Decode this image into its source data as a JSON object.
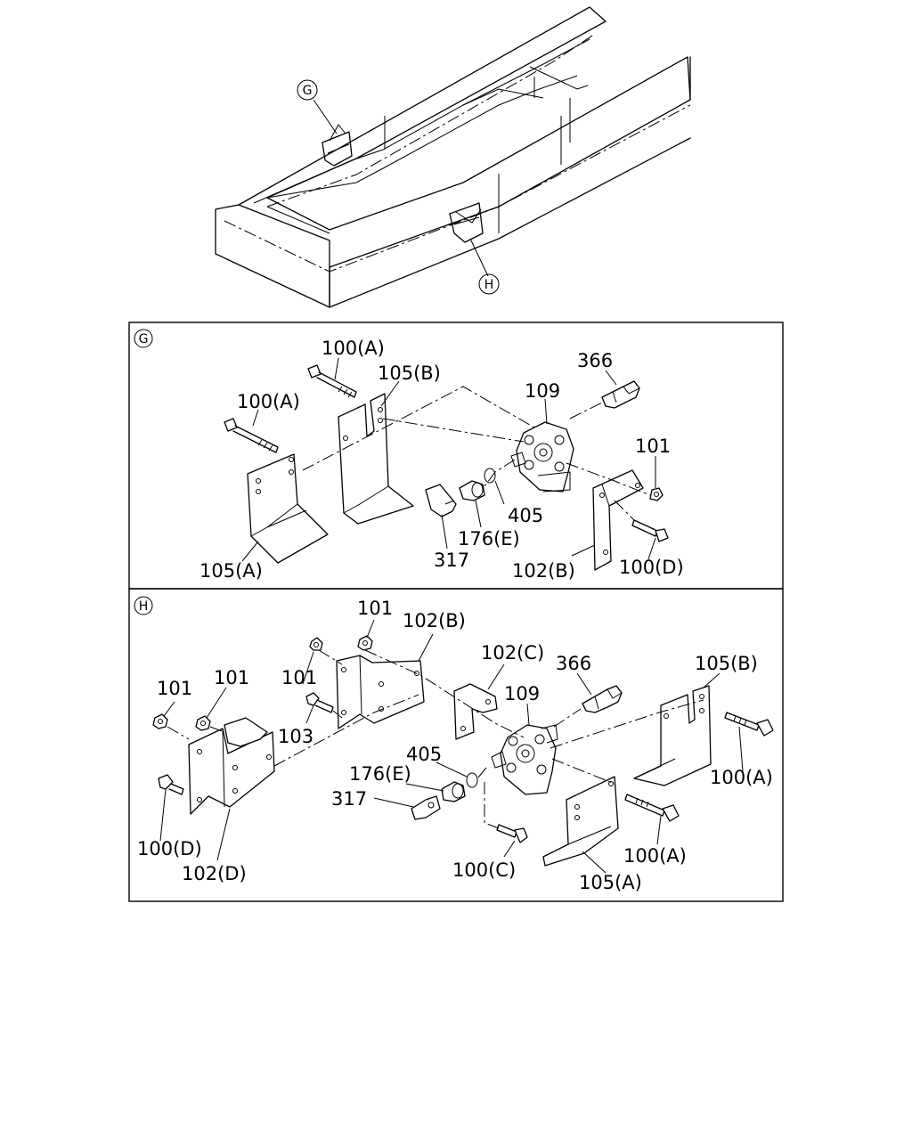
{
  "overview": {
    "callout_g": "G",
    "callout_h": "H"
  },
  "panel_g": {
    "tag": "G",
    "labels": {
      "bolt_a_upper": "100(A)",
      "bracket_b": "105(B)",
      "valve": "109",
      "switch": "366",
      "bolt_a_left": "100(A)",
      "nut": "101",
      "washer": "405",
      "plug": "176(E)",
      "elbow": "317",
      "bracket_102b": "102(B)",
      "bolt_d": "100(D)",
      "bracket_a": "105(A)"
    }
  },
  "panel_h": {
    "tag": "H",
    "labels": {
      "nut_top": "101",
      "bracket_102b": "102(B)",
      "bracket_102c": "102(C)",
      "switch": "366",
      "bracket_105b": "105(B)",
      "nut_left_a": "101",
      "nut_left_b": "101",
      "nut_mid": "101",
      "valve": "109",
      "bolt_103": "103",
      "washer": "405",
      "plug": "176(E)",
      "elbow": "317",
      "bolt_a_right": "100(A)",
      "bolt_d": "100(D)",
      "bolt_a_lower": "100(A)",
      "bracket_102d": "102(D)",
      "bolt_c": "100(C)",
      "bracket_105a": "105(A)"
    }
  }
}
